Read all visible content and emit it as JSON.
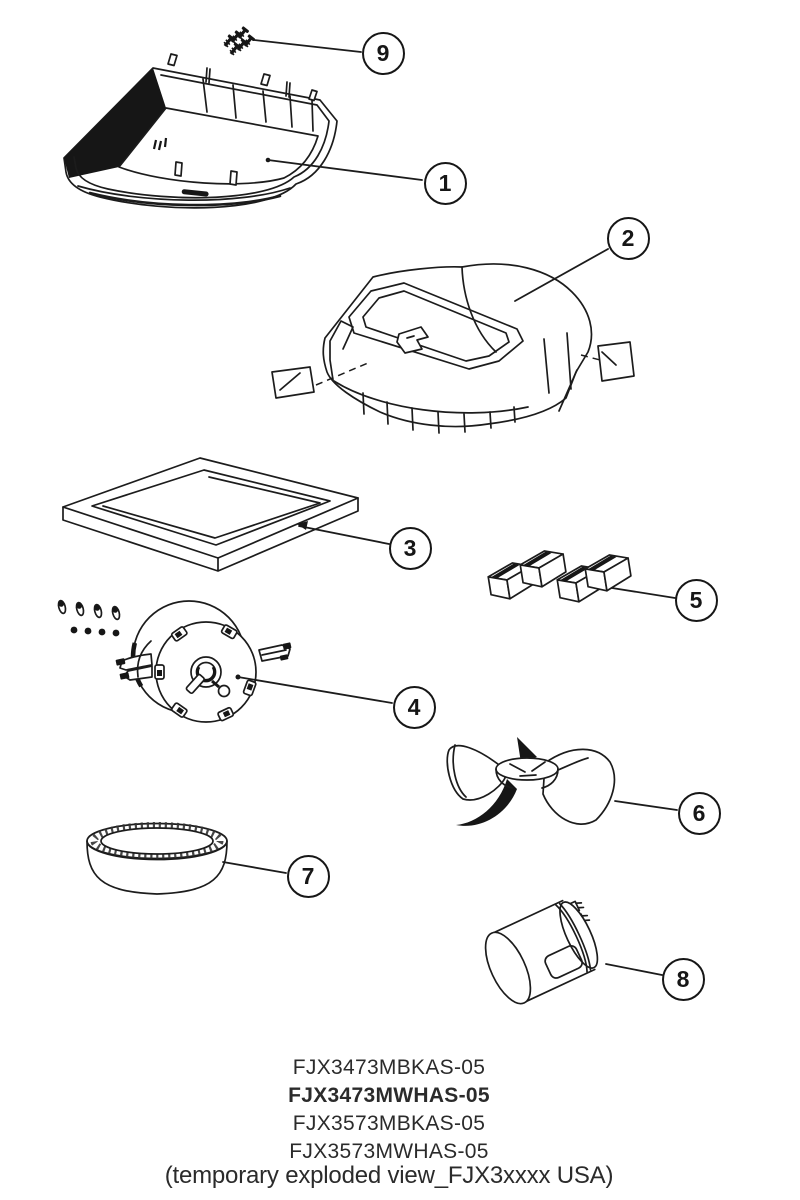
{
  "diagram": {
    "background_color": "#ffffff",
    "line_color": "#1c1c1c",
    "callouts": [
      {
        "number": "1"
      },
      {
        "number": "2"
      },
      {
        "number": "3"
      },
      {
        "number": "4"
      },
      {
        "number": "5"
      },
      {
        "number": "6"
      },
      {
        "number": "7"
      },
      {
        "number": "8"
      },
      {
        "number": "9"
      }
    ]
  },
  "footer": {
    "model_numbers": [
      "FJX3473MBKAS-05",
      "FJX3473MWHAS-05",
      "FJX3573MBKAS-05",
      "FJX3573MWHAS-05"
    ],
    "caption": "(temporary exploded view_FJX3xxxx USA)"
  }
}
